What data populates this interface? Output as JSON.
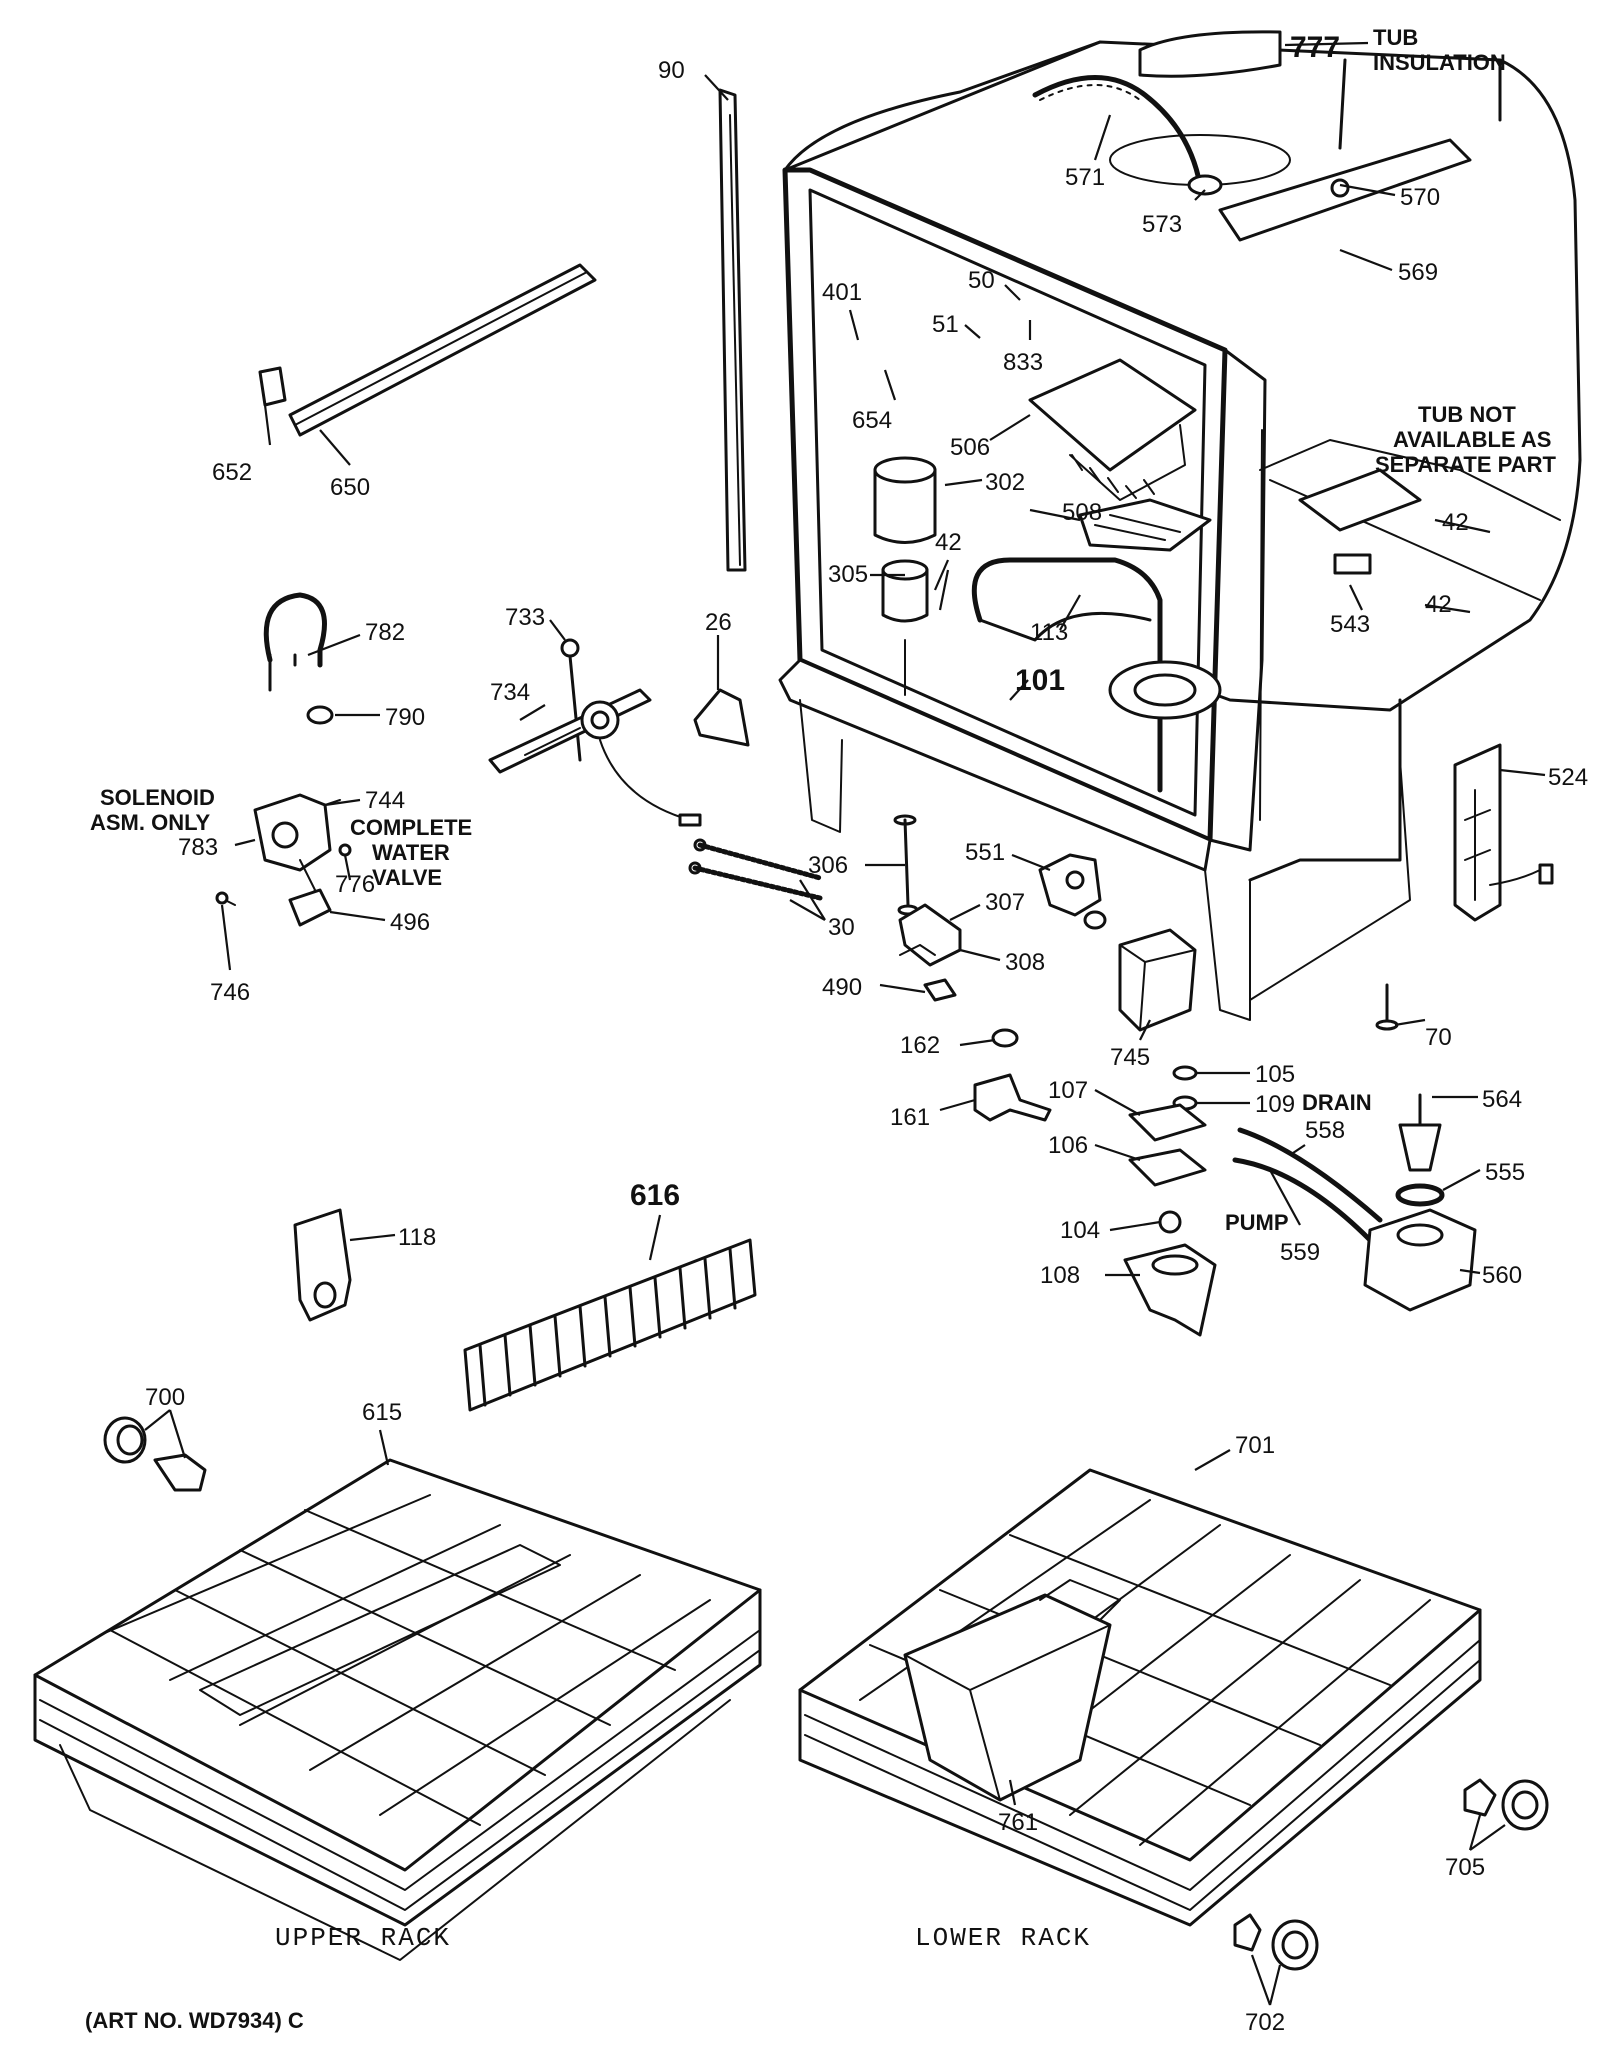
{
  "callouts": {
    "c777": "777",
    "c90": "90",
    "c571": "571",
    "c573": "573",
    "c570": "570",
    "c569": "569",
    "c401": "401",
    "c50": "50",
    "c51": "51",
    "c833": "833",
    "c654": "654",
    "c506": "506",
    "c652": "652",
    "c650": "650",
    "c302": "302",
    "c42a": "42",
    "c42b": "42",
    "c42c": "42",
    "c305": "305",
    "c508": "508",
    "c543": "543",
    "c113": "113",
    "c101": "101",
    "c26": "26",
    "c782": "782",
    "c790": "790",
    "c733": "733",
    "c734": "734",
    "c744": "744",
    "c783": "783",
    "c776": "776",
    "c496": "496",
    "c746": "746",
    "c524": "524",
    "c306": "306",
    "c551": "551",
    "c307": "307",
    "c30": "30",
    "c308": "308",
    "c490": "490",
    "c745": "745",
    "c70": "70",
    "c162": "162",
    "c161": "161",
    "c105": "105",
    "c109": "109",
    "c107": "107",
    "c106": "106",
    "c104": "104",
    "c108": "108",
    "c564": "564",
    "c558": "558",
    "c555": "555",
    "c559": "559",
    "c560": "560",
    "c616": "616",
    "c118": "118",
    "c700": "700",
    "c615": "615",
    "c701": "701",
    "c761": "761",
    "c705": "705",
    "c702": "702"
  },
  "notes": {
    "tub_insulation_1": "TUB",
    "tub_insulation_2": "INSULATION",
    "tub_na_1": "TUB NOT",
    "tub_na_2": "AVAILABLE AS",
    "tub_na_3": "SEPARATE PART",
    "solenoid_1": "SOLENOID",
    "solenoid_2": "ASM. ONLY",
    "valve_1": "COMPLETE",
    "valve_2": "WATER",
    "valve_3": "VALVE",
    "drain": "DRAIN",
    "pump": "PUMP"
  },
  "captions": {
    "upper_rack": "UPPER RACK",
    "lower_rack": "LOWER RACK",
    "art_no": "(ART NO. WD7934) C"
  },
  "icons": {
    "tub": "dishwasher-tub-icon",
    "upper_rack": "upper-rack-icon",
    "lower_rack": "lower-rack-icon"
  }
}
